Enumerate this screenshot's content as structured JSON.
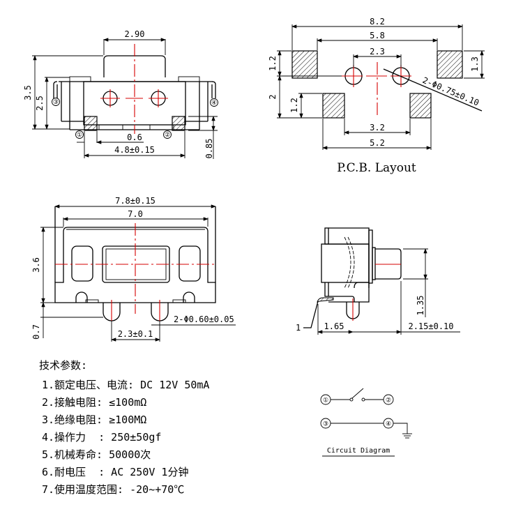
{
  "top_view": {
    "dims": {
      "button_width": "2.90",
      "height_total": "3.5",
      "height_body": "2.5",
      "pad_gap": "0.6",
      "terminal_span": "4.8±0.15",
      "terminal_height": "0.85"
    },
    "pins": [
      "①",
      "②",
      "③",
      "④"
    ]
  },
  "pcb_layout": {
    "title": "P.C.B. Layout",
    "dims": {
      "overall": "8.2",
      "inner": "5.8",
      "hole_pitch": "2.3",
      "right_pad_h": "1.3",
      "left_pad_h": "1.2",
      "row_gap": "2",
      "lower_pad_h": "1.2",
      "lower_inner": "3.2",
      "lower_outer": "5.2",
      "holes": "2-Φ0.75±0.10"
    }
  },
  "front_view": {
    "dims": {
      "outer_width": "7.8±0.15",
      "inner_width": "7.0",
      "height": "3.6",
      "post_height": "0.7",
      "post_pitch": "2.3±0.1",
      "posts": "2-Φ0.60±0.05"
    }
  },
  "side_view": {
    "dims": {
      "actuator_height": "1.35",
      "post_offset": "1.65",
      "actuator_travel": "2.15±0.10",
      "callout": "1"
    }
  },
  "specs": {
    "heading": "技术参数:",
    "items": [
      "1.额定电压、电流: DC 12V 50mA",
      "2.接触电阻: ≤100mΩ",
      "3.绝缘电阻: ≥100MΩ",
      "4.操作力  : 250±50gf",
      "5.机械寿命: 50000次",
      "6.耐电压  : AC 250V 1分钟",
      "7.使用温度范围: -20~+70℃"
    ]
  },
  "circuit": {
    "title": "Circuit Diagram",
    "nodes": [
      "①",
      "②",
      "③",
      "④"
    ]
  },
  "colors": {
    "centerline": "#d40000",
    "line": "#000000"
  }
}
